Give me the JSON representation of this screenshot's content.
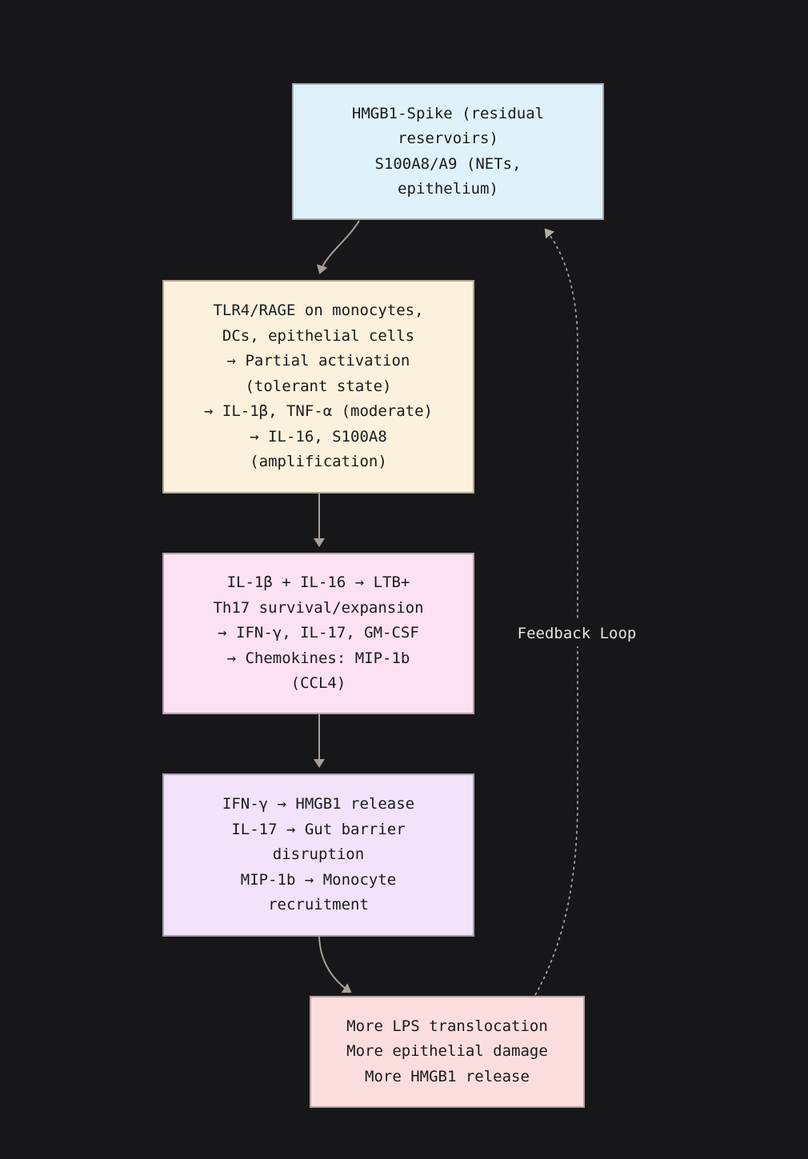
{
  "diagram": {
    "background": "#17171a",
    "text_color": "#1b1b1b",
    "edge_color": "#a8a099",
    "feedback_color": "#b6ada4",
    "label_color": "#e7e3dd",
    "nodes": [
      {
        "id": "trigger-signals",
        "text": "HMGB1-Spike (residual\nreservoirs)\nS100A8/A9 (NETs,\nepithelium)",
        "fill": "#dff2fb",
        "border": "#9fadb5"
      },
      {
        "id": "innate-activation",
        "text": "TLR4/RAGE on monocytes,\nDCs, epithelial cells\n→ Partial activation\n(tolerant state)\n→ IL-1β, TNF-α (moderate)\n→ IL-16, S100A8\n(amplification)",
        "fill": "#fbf1dd",
        "border": "#b3a994"
      },
      {
        "id": "th17-axis",
        "text": "IL-1β + IL-16 → LTB+\nTh17 survival/expansion\n→ IFN-γ, IL-17, GM-CSF\n→ Chemokines: MIP-1b\n(CCL4)",
        "fill": "#fce1f0",
        "border": "#b5a0ab"
      },
      {
        "id": "effector-damage",
        "text": "IFN-γ → HMGB1 release\nIL-17 → Gut barrier\ndisruption\nMIP-1b → Monocyte\nrecruitment",
        "fill": "#f2e3fa",
        "border": "#a9a0b2"
      },
      {
        "id": "consequences",
        "text": "More LPS translocation\nMore epithelial damage\nMore HMGB1 release",
        "fill": "#fcdddd",
        "border": "#b5a3a3"
      }
    ],
    "edges": [
      {
        "from": "trigger-signals",
        "to": "innate-activation",
        "style": "solid",
        "label": ""
      },
      {
        "from": "innate-activation",
        "to": "th17-axis",
        "style": "solid",
        "label": ""
      },
      {
        "from": "th17-axis",
        "to": "effector-damage",
        "style": "solid",
        "label": ""
      },
      {
        "from": "effector-damage",
        "to": "consequences",
        "style": "solid",
        "label": ""
      },
      {
        "from": "consequences",
        "to": "trigger-signals",
        "style": "dashed",
        "label": "Feedback Loop"
      }
    ]
  }
}
